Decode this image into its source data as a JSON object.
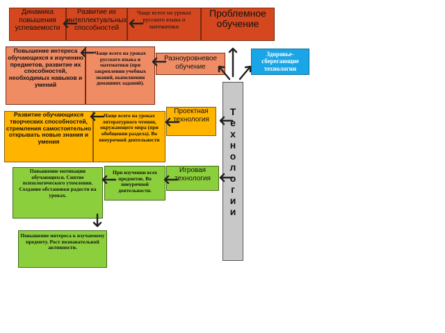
{
  "top_row": {
    "dynamics": "Динамика повышения успеваемости",
    "intellectual": "Развитие их интеллектуальных способностей",
    "often": "Чаще всего на уроках русского языка и математики",
    "problem": "Проблемное обучение"
  },
  "health": "Здоровье-сберегающие технологии",
  "row2": {
    "interest": "Повышение интереса обучающихся к изучению предметов, развитие их способностей, необходимых навыков и умений",
    "often": "Чаще всего на уроках русского языка и математики (при закреплении учебных знаний, выполнении домашних заданий).",
    "tech": "Разноуровневое обучение"
  },
  "row3": {
    "develop": "Развитие обучающихся творческих способностей, стремления самостоятельно открывать новые знания и умения",
    "often": "Чаще всего на уроках литературного чтения, окружающего мира (при обобщении раздела). Во внеурочной деятельности",
    "tech": "Проектная технология"
  },
  "row4": {
    "motivation": "Повышение мотивации обучающихся. Снятие психологического утомления. Создание обстановки радости на уроках.",
    "study": "При изучении всех предметов. Во внеурочной деятельности.",
    "tech": "Игровая технология"
  },
  "bottom": "Повышение интереса к изучаемому предмету. Рост познавательной активности.",
  "vertical_word": [
    "Т",
    "е",
    "х",
    "н",
    "о",
    "л",
    "о",
    "г",
    "и",
    "и"
  ],
  "colors": {
    "red": "#d4471f",
    "salmon": "#f08c64",
    "orange": "#ffb400",
    "green": "#8ccf3c",
    "blue": "#1aa5e6",
    "grey": "#c8c8c8"
  }
}
